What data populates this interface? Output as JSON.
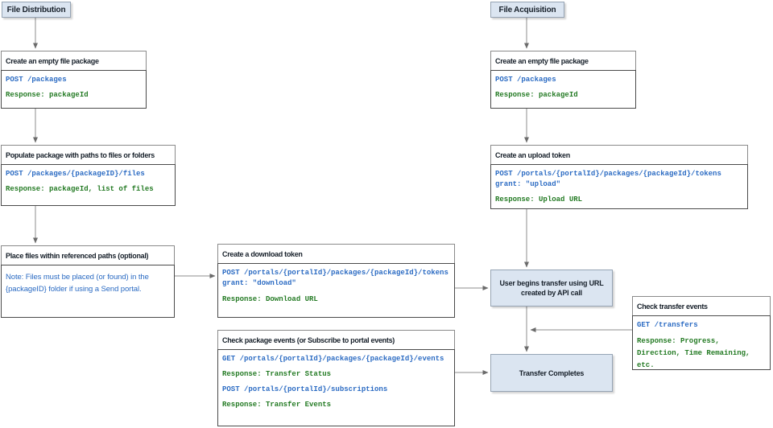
{
  "headers": {
    "file_distribution": "File Distribution",
    "file_acquisition": "File Acquisition"
  },
  "colors": {
    "api_call_text": "#2b6bc3",
    "api_response_text": "#237a23",
    "note_text": "#2b6bc3",
    "highlight_fill": "#dbe5f1",
    "box_border": "#8a8a8a",
    "arrow": "#8c8c8c"
  },
  "boxes": {
    "dist_create_package": {
      "title": "Create an empty file package",
      "lines": [
        {
          "text": "POST /packages",
          "color": "blue"
        },
        {
          "text": "Response: packageId",
          "color": "green"
        }
      ]
    },
    "dist_populate_package": {
      "title": "Populate package with paths to files or folders",
      "lines": [
        {
          "text": "POST /packages/{packageID}/files",
          "color": "blue"
        },
        {
          "text": "Response: packageId, list of files",
          "color": "green"
        }
      ]
    },
    "dist_place_files": {
      "title": "Place files within referenced paths (optional)",
      "note": "Note: Files must be placed (or found) in the {packageID} folder if using a Send portal."
    },
    "download_token": {
      "title": "Create a download token",
      "lines": [
        {
          "text": "POST /portals/{portalId}/packages/{packageId}/tokens",
          "color": "blue"
        },
        {
          "text": "grant: \"download\"",
          "color": "blue"
        },
        {
          "text": "Response: Download URL",
          "color": "green"
        }
      ]
    },
    "package_events": {
      "title": "Check package events (or Subscribe to portal events)",
      "lines": [
        {
          "text": "GET /portals/{portalId}/packages/{packageId}/events",
          "color": "blue"
        },
        {
          "text": "Response: Transfer Status",
          "color": "green"
        },
        {
          "text": "POST /portals/{portalId}/subscriptions",
          "color": "blue"
        },
        {
          "text": "Response: Transfer Events",
          "color": "green"
        }
      ]
    },
    "acq_create_package": {
      "title": "Create an empty file package",
      "lines": [
        {
          "text": "POST /packages",
          "color": "blue"
        },
        {
          "text": "Response: packageId",
          "color": "green"
        }
      ]
    },
    "upload_token": {
      "title": "Create an upload token",
      "lines": [
        {
          "text": "POST /portals/{portalId}/packages/{packageId}/tokens",
          "color": "blue"
        },
        {
          "text": "grant: \"upload\"",
          "color": "blue"
        },
        {
          "text": "Response: Upload URL",
          "color": "green"
        }
      ]
    },
    "user_transfer": {
      "label": "User begins transfer using URL created by API call"
    },
    "transfer_completes": {
      "label": "Transfer Completes"
    },
    "check_transfer_events": {
      "title": "Check transfer events",
      "lines": [
        {
          "text": "GET /transfers",
          "color": "blue"
        },
        {
          "text": "Response: Progress, Direction, Time Remaining, etc.",
          "color": "green"
        }
      ]
    }
  }
}
